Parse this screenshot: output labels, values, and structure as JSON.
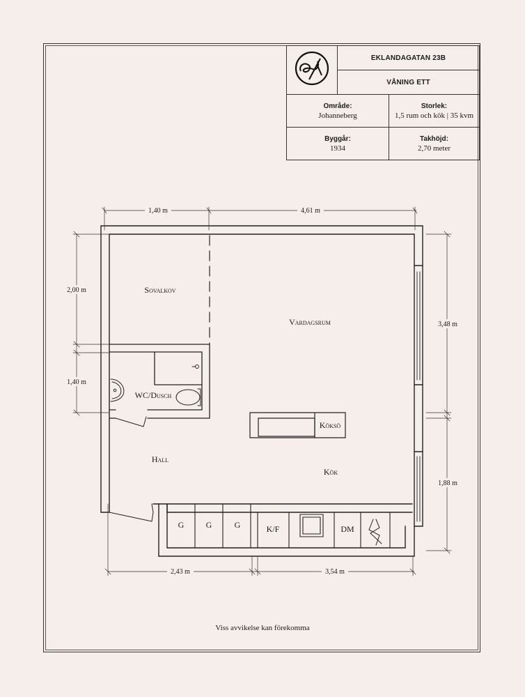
{
  "header": {
    "address": "EKLANDAGATAN 23B",
    "floor": "VÅNING ETT",
    "area_label": "Område:",
    "area_value": "Johanneberg",
    "size_label": "Storlek:",
    "size_value": "1,5 rum och kök | 35 kvm",
    "year_label": "Byggår:",
    "year_value": "1934",
    "height_label": "Takhöjd:",
    "height_value": "2,70 meter",
    "logo_icon": "monogram-logo-icon"
  },
  "rooms": {
    "sovalkov": "Sovalkov",
    "vardagsrum": "Vardagsrum",
    "wc": "WC/Dusch",
    "hall": "Hall",
    "kok": "Kök",
    "kokso": "Köksö",
    "g1": "G",
    "g2": "G",
    "g3": "G",
    "kf": "K/F",
    "dm": "DM"
  },
  "dimensions": {
    "top_left": "1,40 m",
    "top_right": "4,61 m",
    "left_upper": "2,00 m",
    "left_lower": "1,40 m",
    "right_upper": "3,48 m",
    "right_lower": "1,88 m",
    "bottom_left": "2,43 m",
    "bottom_right": "3,54 m"
  },
  "footer": {
    "disclaimer": "Viss avvikelse kan förekomma"
  }
}
